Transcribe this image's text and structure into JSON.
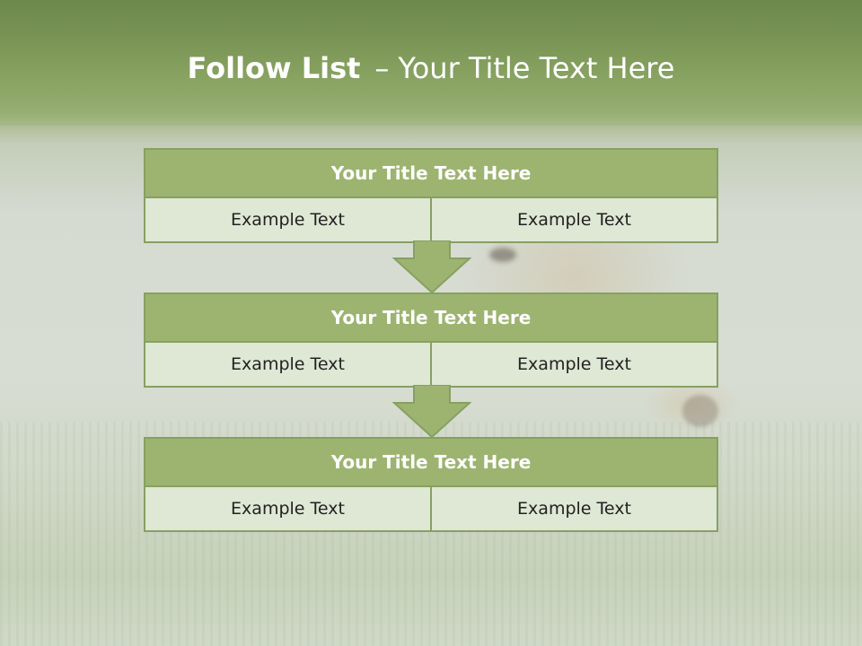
{
  "title": {
    "bold": "Follow List",
    "dash": "–",
    "rest": "Your Title Text Here"
  },
  "blocks": [
    {
      "title": "Your Title Text Here",
      "left": "Example Text",
      "right": "Example Text"
    },
    {
      "title": "Your Title Text Here",
      "left": "Example Text",
      "right": "Example Text"
    },
    {
      "title": "Your Title Text Here",
      "left": "Example Text",
      "right": "Example Text"
    }
  ],
  "colors": {
    "header_fill": "#9db470",
    "border": "#87a062",
    "row_fill": "#dfe7d5",
    "title_text": "#ffffff"
  },
  "icons": [
    "down-arrow-icon",
    "down-arrow-icon"
  ]
}
